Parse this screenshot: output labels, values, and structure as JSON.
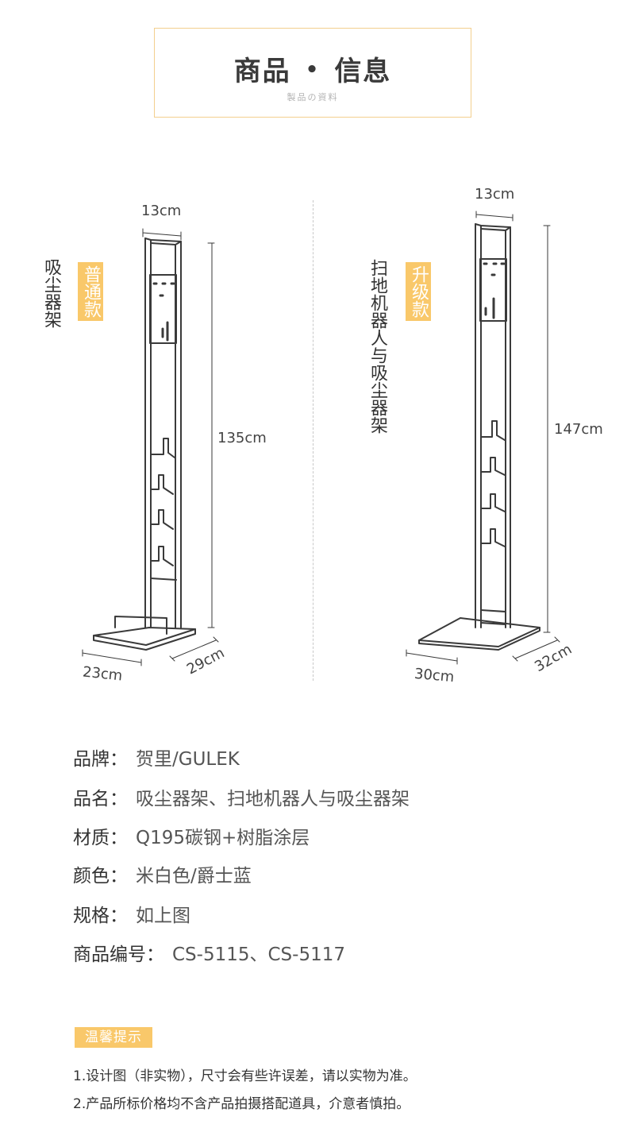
{
  "header": {
    "title_left": "商品",
    "dot": "•",
    "title_right": "信息",
    "subtitle": "製品の資料"
  },
  "diagram": {
    "left": {
      "name": "吸尘器架",
      "tag": "普通款",
      "dim_width": "13cm",
      "dim_height": "135cm",
      "dim_base_width": "23cm",
      "dim_base_depth": "29cm"
    },
    "right": {
      "name": "扫地机器人与吸尘器架",
      "tag": "升级款",
      "dim_width": "13cm",
      "dim_height": "147cm",
      "dim_base_width": "30cm",
      "dim_base_depth": "32cm"
    },
    "line_color": "#3a3a3a"
  },
  "specs": [
    {
      "label": "品牌：",
      "value": "贺里/GULEK"
    },
    {
      "label": "品名：",
      "value": "吸尘器架、扫地机器人与吸尘器架"
    },
    {
      "label": "材质：",
      "value": "Q195碳钢+树脂涂层"
    },
    {
      "label": "颜色：",
      "value": "米白色/爵士蓝"
    },
    {
      "label": "规格：",
      "value": "如上图"
    },
    {
      "label": "商品编号：",
      "value": "CS-5115、CS-5117"
    }
  ],
  "tips": {
    "tag": "温馨提示",
    "lines": [
      "1.设计图（非实物），尺寸会有些许误差，请以实物为准。",
      "2.产品所标价格均不含产品拍摄搭配道具，介意者慎拍。"
    ]
  },
  "colors": {
    "accent": "#f9c86a",
    "border": "#f3cf8e"
  }
}
